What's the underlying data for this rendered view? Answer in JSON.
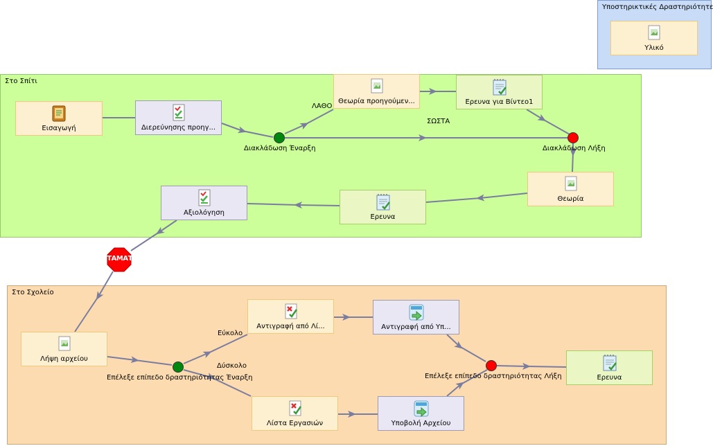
{
  "regions": {
    "support": "Υποστηρικτικές Δραστηριότητες",
    "home": "Στο Σπίτι",
    "school": "Στο Σχολείο"
  },
  "nodes": {
    "material": "Υλικό",
    "intro": "Εισαγωγή",
    "explore": "Διερεύνησης προηγ...",
    "theory_prev": "Θεωρία προηγούμεν...",
    "video_research": "Ερευνα για Βίντεο1",
    "theory": "Θεωρία",
    "research_home": "Ερευνα",
    "evaluation": "Αξιολόγηση",
    "get_file": "Λήψη αρχείου",
    "copy_list": "Αντιγραφή από Λί...",
    "copy_submit": "Αντιγραφή από Υπ...",
    "research_school": "Ερευνα",
    "task_list": "Λίστα Εργασιών",
    "submit_file": "Υποβολή Αρχείου"
  },
  "gateways": {
    "branch_start": "Διακλάδωση Έναρξη",
    "branch_end": "Διακλάδωση Λήξη",
    "level_start": "Επέλεξε επίπεδο δραστηριότητας Έναρξη",
    "level_end": "Επέλεξε επίπεδο δραστηριότητας Λήξη"
  },
  "transitions": {
    "wrong": "ΛΑΘΟ",
    "right": "ΣΩΣΤΑ",
    "easy": "Εύκολο",
    "hard": "Δύσκολο"
  },
  "stop": "ΣΤΑΜΑΤΗΜΕΝΗ",
  "colors": {
    "support_bg": "#c9dcf7",
    "home_bg": "#ccff99",
    "school_bg": "#fcdbb0",
    "arrow": "#7b7d9e"
  },
  "icons": {
    "resource": "image-file-icon",
    "intro": "book-icon",
    "check_doc": "checklist-icon",
    "notepad": "notepad-check-icon",
    "task": "check-cross-icon",
    "submit": "upload-arrow-icon"
  }
}
